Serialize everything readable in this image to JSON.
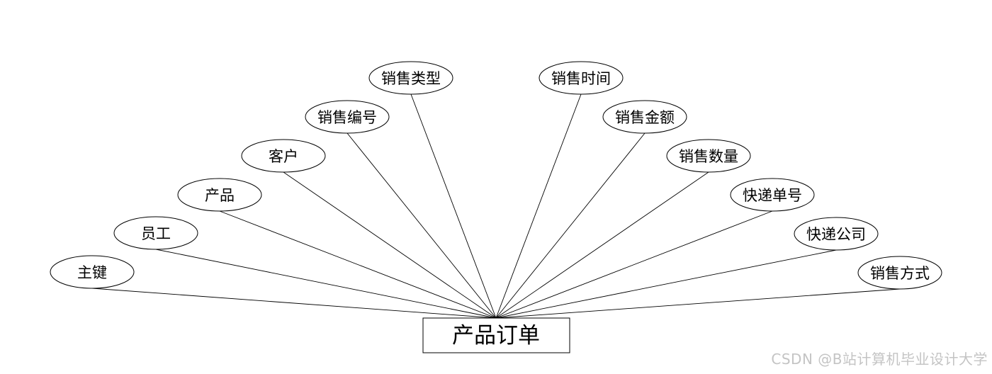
{
  "entity": {
    "name": "产品订单"
  },
  "attributes": [
    {
      "id": "primary-key",
      "label": "主键"
    },
    {
      "id": "employee",
      "label": "员工"
    },
    {
      "id": "product",
      "label": "产品"
    },
    {
      "id": "customer",
      "label": "客户"
    },
    {
      "id": "sales-number",
      "label": "销售编号"
    },
    {
      "id": "sales-type",
      "label": "销售类型"
    },
    {
      "id": "sales-time",
      "label": "销售时间"
    },
    {
      "id": "sales-amount",
      "label": "销售金额"
    },
    {
      "id": "sales-quantity",
      "label": "销售数量"
    },
    {
      "id": "express-number",
      "label": "快递单号"
    },
    {
      "id": "express-company",
      "label": "快递公司"
    },
    {
      "id": "sales-method",
      "label": "销售方式"
    }
  ],
  "watermark": "CSDN @B站计算机毕业设计大学"
}
